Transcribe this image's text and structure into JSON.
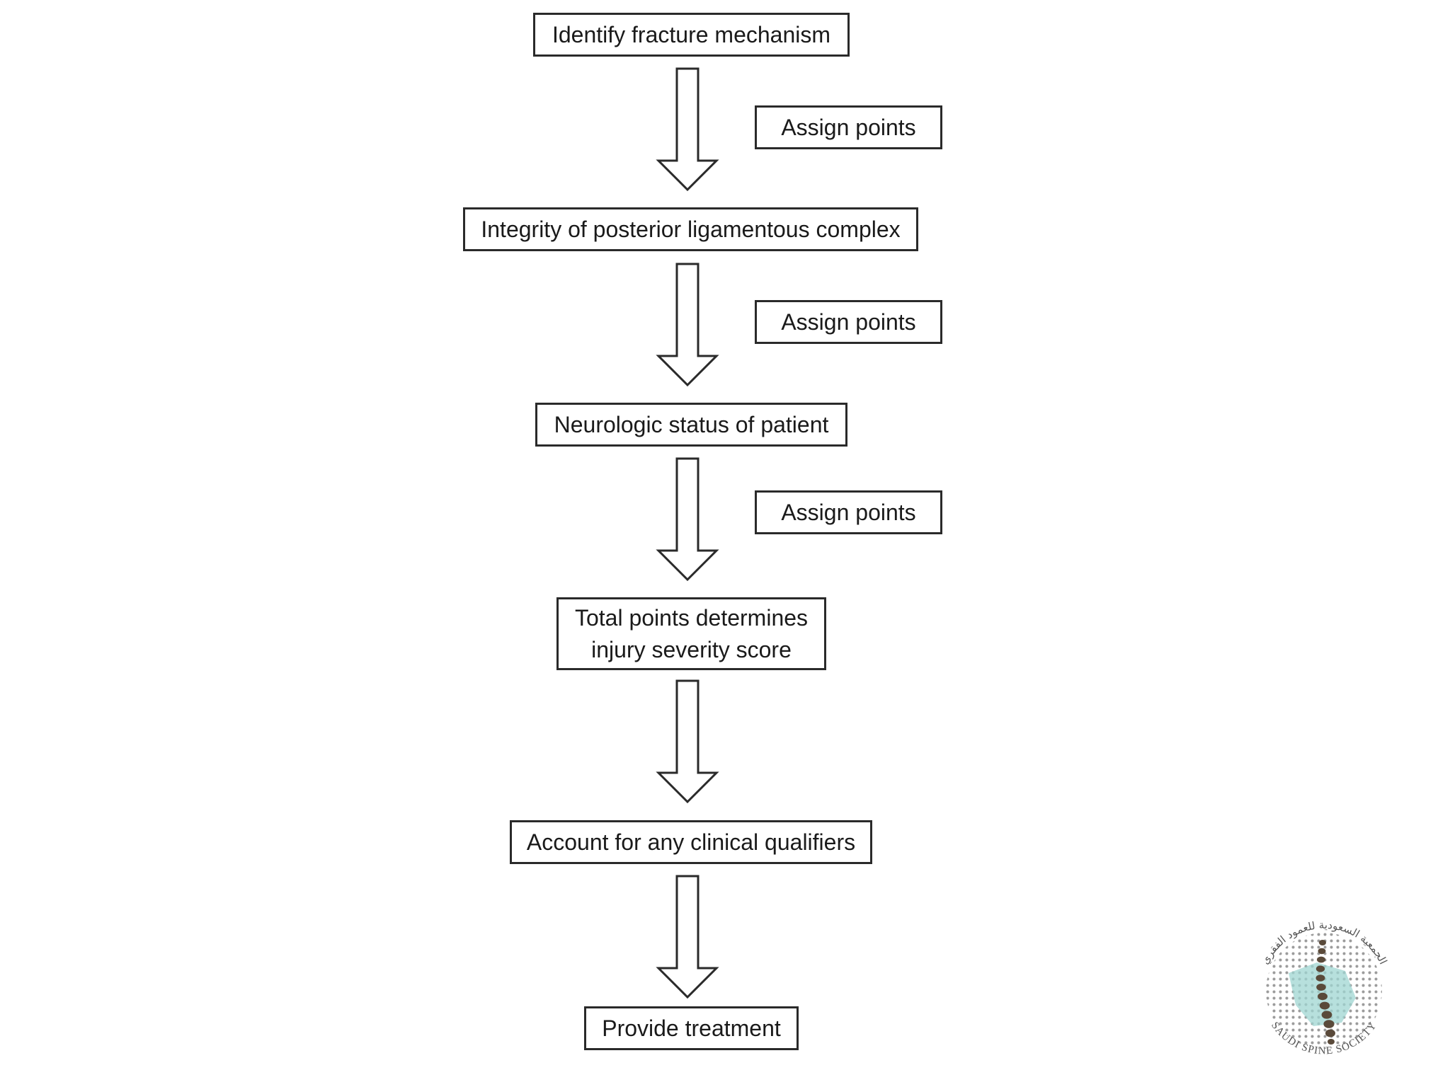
{
  "flowchart": {
    "steps": [
      "Identify fracture mechanism",
      "Integrity of posterior ligamentous complex",
      "Neurologic status of patient",
      [
        "Total points determines",
        "injury severity score"
      ],
      "Account for any clinical qualifiers",
      "Provide treatment"
    ],
    "side_notes": [
      "Assign points",
      "Assign points",
      "Assign points"
    ]
  },
  "logo": {
    "text_top": "الجمعية السعودية للعمود الفقري",
    "text_bottom": "SAUDI SPINE SOCIETY",
    "colors": {
      "spine": "#5a4a3a",
      "map": "#9fd6d2",
      "dots": "#8a8a8a"
    }
  },
  "colors": {
    "stroke": "#2a2a2a",
    "fill": "#ffffff",
    "text": "#1a1a1a"
  }
}
